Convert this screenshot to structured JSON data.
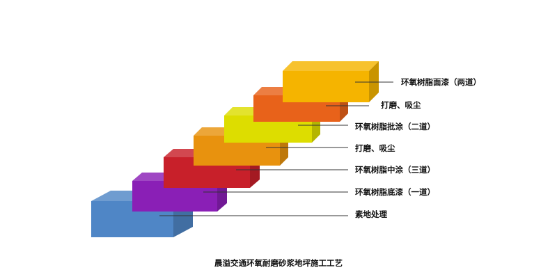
{
  "title": "晨溢交通环氧耐磨砂浆地坪施工工艺",
  "layers": [
    {
      "label": "环氧树脂面漆（两道）",
      "color": "#F5B400"
    },
    {
      "label": "打磨、吸尘",
      "color": "#E8621A"
    },
    {
      "label": "环氧树脂批涂（二道）",
      "color": "#DDDD00"
    },
    {
      "label": "打磨、吸尘",
      "color": "#E8920E"
    },
    {
      "label": "环氧树脂中涂（三道）",
      "color": "#C8202A"
    },
    {
      "label": "环氧树脂底漆（一道）",
      "color": "#8A1FB6"
    },
    {
      "label": "素地处理",
      "color": "#4F86C6"
    }
  ]
}
